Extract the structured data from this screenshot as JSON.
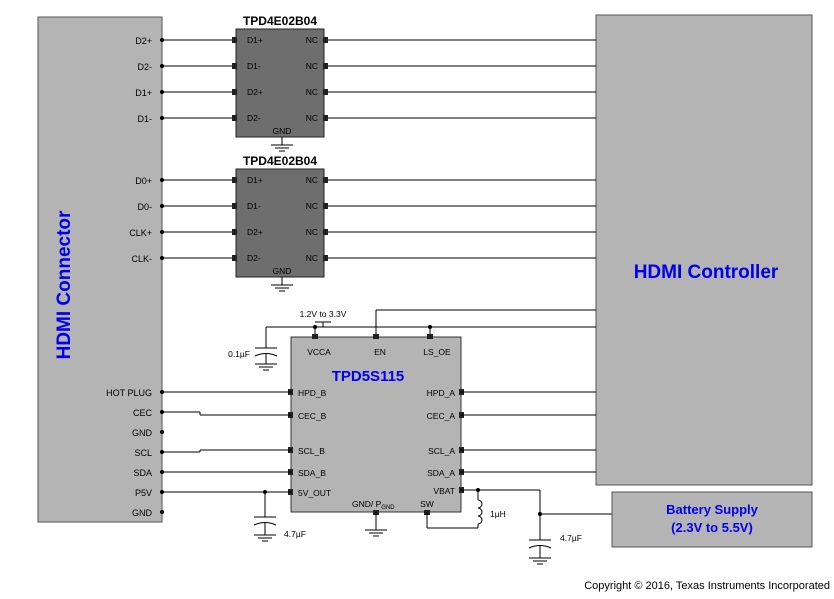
{
  "hdmi_connector": {
    "title": "HDMI Connector",
    "top_pins": [
      "D2+",
      "D2-",
      "D1+",
      "D1-",
      "D0+",
      "D0-",
      "CLK+",
      "CLK-"
    ],
    "bottom_pins": [
      "HOT PLUG",
      "CEC",
      "GND",
      "SCL",
      "SDA",
      "P5V",
      "GND"
    ]
  },
  "hdmi_controller": {
    "title": "HDMI Controller"
  },
  "esd_chip_1": {
    "title": "TPD4E02B04",
    "left_pins": [
      "D1+",
      "D1-",
      "D2+",
      "D2-"
    ],
    "right_pins": [
      "NC",
      "NC",
      "NC",
      "NC"
    ],
    "ground_label": "GND"
  },
  "esd_chip_2": {
    "title": "TPD4E02B04",
    "left_pins": [
      "D1+",
      "D1-",
      "D2+",
      "D2-"
    ],
    "right_pins": [
      "NC",
      "NC",
      "NC",
      "NC"
    ],
    "ground_label": "GND"
  },
  "tpd5s115": {
    "title": "TPD5S115",
    "top_pins": [
      "VCCA",
      "EN",
      "LS_OE"
    ],
    "left_pins": [
      "HPD_B",
      "CEC_B",
      "SCL_B",
      "SDA_B",
      "5V_OUT"
    ],
    "right_pins": [
      "HPD_A",
      "CEC_A",
      "SCL_A",
      "SDA_A",
      "VBAT"
    ],
    "bottom_pins": [
      "GND/ P",
      "GND",
      "SW"
    ]
  },
  "supply": {
    "label": "1.2V  to 3.3V"
  },
  "components": {
    "cap_vcca": "0.1µF",
    "cap_5v": "4.7µF",
    "cap_vbat": "4.7µF",
    "inductor": "1µH"
  },
  "battery": {
    "line1": "Battery Supply",
    "line2": "(2.3V to 5.5V)"
  },
  "copyright": "Copyright © 2016, Texas Instruments Incorporated"
}
